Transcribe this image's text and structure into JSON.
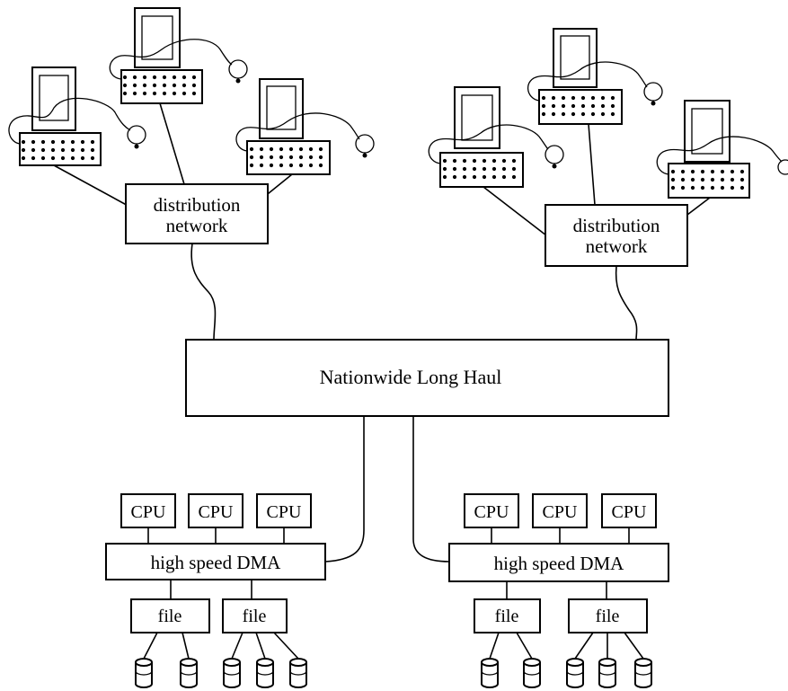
{
  "diagram": {
    "long_haul_label": "Nationwide Long Haul",
    "dist_left_line1": "distribution",
    "dist_left_line2": "network",
    "dist_right_line1": "distribution",
    "dist_right_line2": "network",
    "dma_left_label": "high speed DMA",
    "dma_right_label": "high speed DMA",
    "cpu_label": "CPU",
    "file_label": "file"
  }
}
